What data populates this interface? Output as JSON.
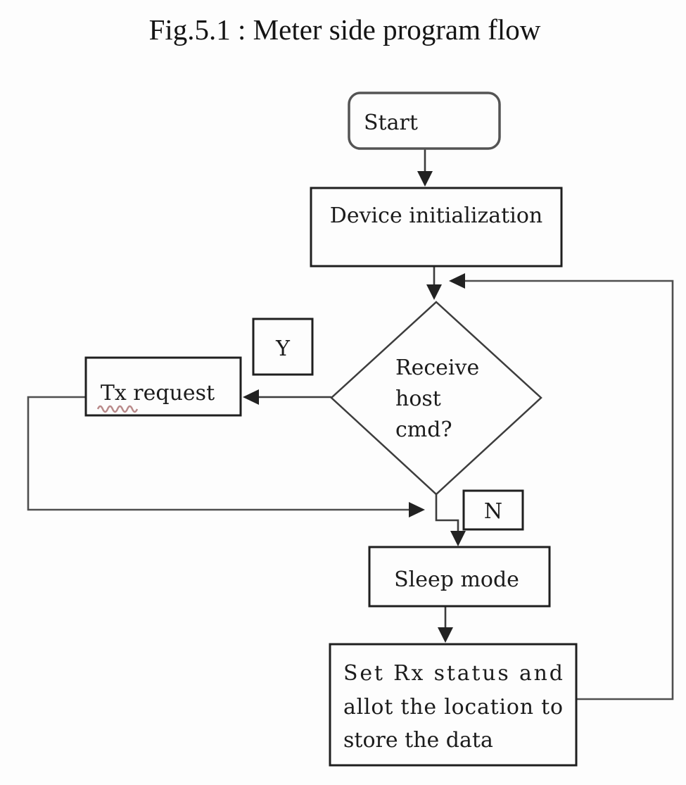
{
  "figure": {
    "title": "Fig.5.1 : Meter side program flow"
  },
  "nodes": {
    "start": {
      "label": "Start"
    },
    "device_init": {
      "label": "Device initialization"
    },
    "decision": {
      "lines": [
        "Receive",
        "host",
        "cmd?"
      ]
    },
    "branch_yes": {
      "label": "Y"
    },
    "branch_no": {
      "label": "N"
    },
    "tx_request": {
      "label": "Tx request"
    },
    "sleep_mode": {
      "label": "Sleep mode"
    },
    "set_rx": {
      "lines": [
        "Set Rx status and",
        "allot the location to",
        "store the data"
      ]
    }
  },
  "edges": [
    {
      "from": "start",
      "to": "device_init"
    },
    {
      "from": "device_init",
      "to": "decision"
    },
    {
      "from": "decision",
      "to": "tx_request",
      "branch": "Y"
    },
    {
      "from": "decision",
      "to": "sleep_mode",
      "branch": "N"
    },
    {
      "from": "tx_request",
      "to": "sleep_mode",
      "note": "joins N-branch line"
    },
    {
      "from": "sleep_mode",
      "to": "set_rx"
    },
    {
      "from": "set_rx",
      "to": "decision",
      "note": "feedback loop on right side"
    }
  ],
  "colors": {
    "background": "#fdfdfd",
    "line": "#3c3c3c",
    "box_stroke": "#1f1f1f",
    "terminator_stroke": "#545454",
    "text": "#1c1c1c",
    "spellcheck_underline": "#b98a8a"
  }
}
